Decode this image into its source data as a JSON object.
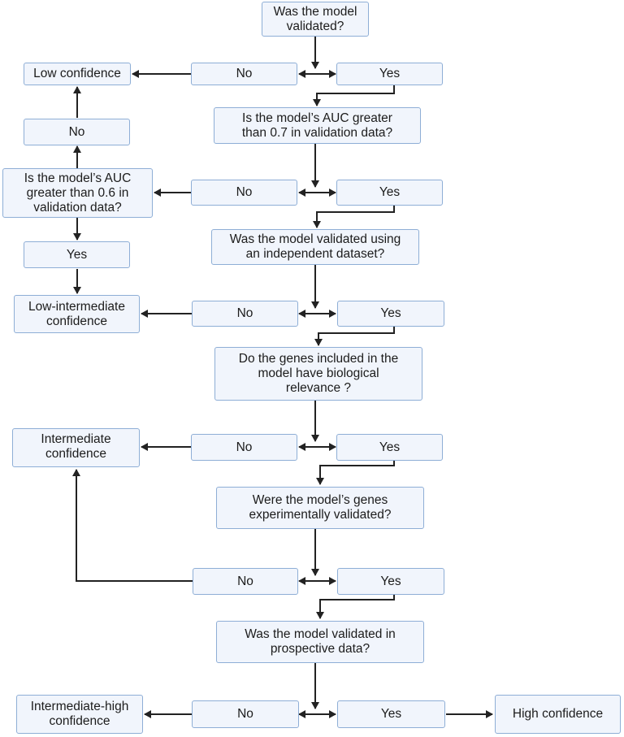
{
  "colors": {
    "box_fill": "#f1f5fc",
    "box_border": "#8eaed6",
    "arrow": "#222222"
  },
  "nodes": {
    "q1": "Was the model\nvalidated?",
    "q1_no": "No",
    "q1_yes": "Yes",
    "low": "Low confidence",
    "q2": "Is the model’s AUC greater\nthan 0.7 in validation data?",
    "q2_no": "No",
    "q2_yes": "Yes",
    "q2b": "Is the model’s AUC\ngreater than 0.6 in\nvalidation data?",
    "q2b_no": "No",
    "q2b_yes": "Yes",
    "q3": "Was the model validated using\nan independent dataset?",
    "q3_no": "No",
    "q3_yes": "Yes",
    "low_int": "Low-intermediate\nconfidence",
    "q4": "Do the genes included in the\nmodel have biological\nrelevance ?",
    "q4_no": "No",
    "q4_yes": "Yes",
    "int": "Intermediate\nconfidence",
    "q5": "Were the model’s genes\nexperimentally validated?",
    "q5_no": "No",
    "q5_yes": "Yes",
    "q6": "Was the model validated in\nprospective data?",
    "q6_no": "No",
    "q6_yes": "Yes",
    "int_high": "Intermediate-high\nconfidence",
    "high": "High confidence"
  }
}
